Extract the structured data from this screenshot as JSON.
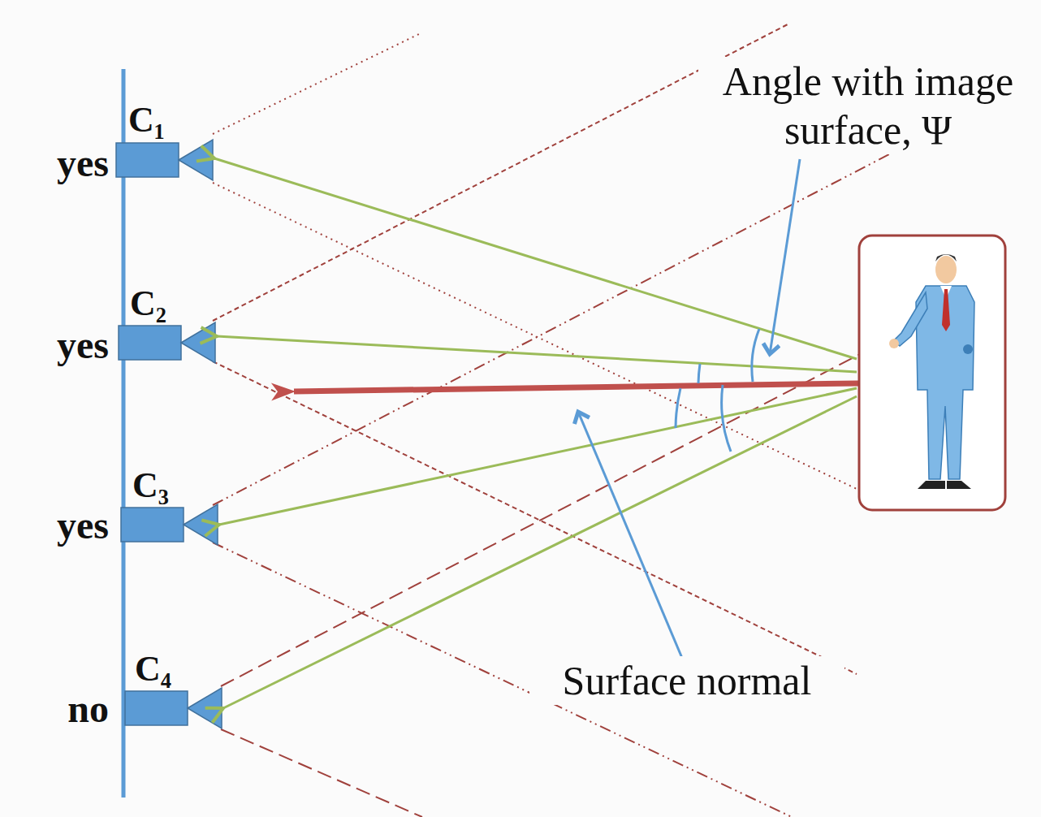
{
  "diagram": {
    "labels": [
      "yes",
      "yes",
      "yes",
      "no",
      "C₁",
      "C₂",
      "C₃",
      "C₄",
      "Angle with image surface, Ψ",
      "Surface normal"
    ]
  }
}
